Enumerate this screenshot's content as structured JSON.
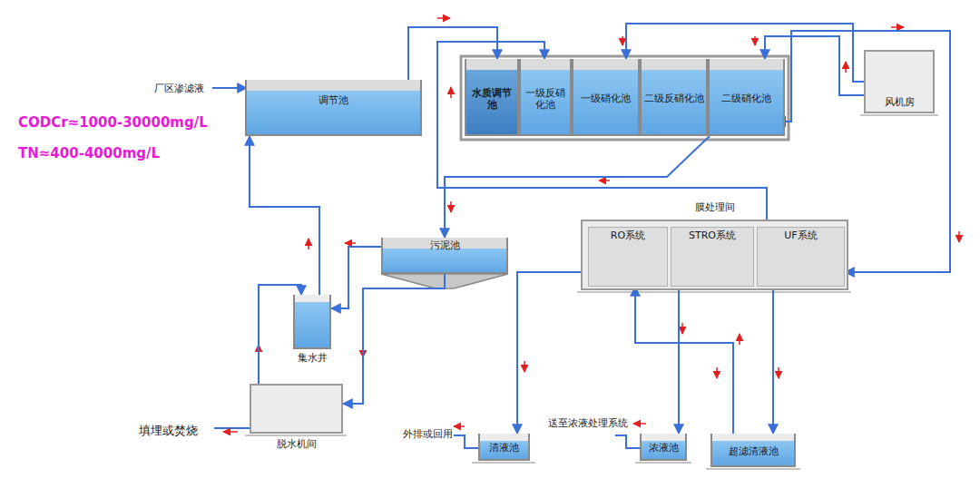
{
  "diagram": {
    "nodes": [
      {
        "text": [
          "调节池"
        ]
      },
      {
        "text": [
          "水质调节池"
        ]
      },
      {
        "text": [
          "一级反硝化池"
        ]
      },
      {
        "text": [
          "一级硝化池"
        ]
      },
      {
        "text": [
          "二级反硝化池"
        ]
      },
      {
        "text": [
          "二级硝化池"
        ]
      },
      {
        "text": [
          "风机房"
        ]
      },
      {
        "text": [
          "膜处理间"
        ]
      },
      {
        "text": [
          "RO系统"
        ],
        "in": 7
      },
      {
        "text": [
          "STRO系统"
        ],
        "in": 7
      },
      {
        "text": [
          "UF系统"
        ],
        "in": 7
      },
      {
        "text": [
          "污泥池"
        ]
      },
      {
        "text": [
          "集水井"
        ]
      },
      {
        "text": [
          "脱水机间"
        ]
      },
      {
        "text": [
          "清液池"
        ]
      },
      {
        "text": [
          "浓液池"
        ]
      },
      {
        "text": [
          "超滤清液池"
        ]
      }
    ],
    "edges": [
      {
        "from": 0,
        "to": 1,
        "arrow": "to"
      },
      {
        "from": 6,
        "to": 3,
        "arrow": "to"
      },
      {
        "from": 6,
        "to": 5,
        "arrow": "to"
      },
      {
        "from": 5,
        "to": 10,
        "arrow": "to"
      },
      {
        "from": 5,
        "to": 11,
        "arrow": "to"
      },
      {
        "from": 10,
        "to": 2,
        "arrow": "to"
      },
      {
        "from": 11,
        "to": 13,
        "arrow": "to"
      },
      {
        "from": 13,
        "to": 12,
        "arrow": "to"
      },
      {
        "from": 11,
        "to": 12,
        "arrow": "to"
      },
      {
        "from": 12,
        "to": 0,
        "arrow": "to"
      },
      {
        "from": 10,
        "to": 16,
        "arrow": "to"
      },
      {
        "from": 16,
        "to": 8,
        "arrow": "to"
      },
      {
        "from": 8,
        "to": 14,
        "arrow": "to"
      },
      {
        "from": 9,
        "to": 15,
        "arrow": "to"
      }
    ],
    "labels": [
      "厂区渗滤液",
      "CODCr≈1000-30000mg/L",
      "TN≈400-4000mg/L",
      "外排或回用",
      "送至浓液处理系统",
      "填埋或焚烧"
    ]
  }
}
